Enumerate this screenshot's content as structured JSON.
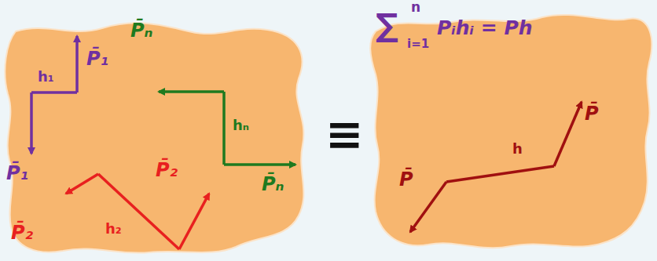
{
  "diagram": {
    "labels": [
      "n",
      "∑",
      "i=1",
      "Pᵢhᵢ = Ph",
      "P̄ₙ",
      "h₁",
      "P̄₁",
      "≡",
      "hₙ",
      "P̄₁",
      "P̄ₙ",
      "P̄₂",
      "h₂",
      "P̄₂",
      "h",
      "P̄",
      "P̄"
    ]
  }
}
